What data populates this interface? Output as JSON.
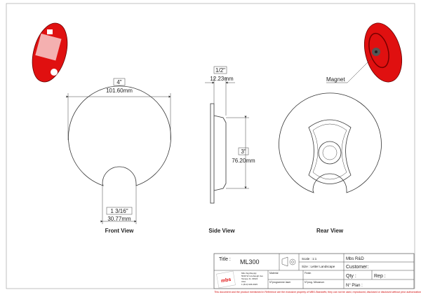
{
  "views": {
    "front": {
      "label": "Front View",
      "width_in": "4\"",
      "width_mm": "101.60mm",
      "slot_in": "1 3/16\"",
      "slot_mm": "30.77mm"
    },
    "side": {
      "label": "Side View",
      "thickness_in": "1/2\"",
      "thickness_mm": "12.23mm",
      "height_in": "3\"",
      "height_mm": "76.20mm"
    },
    "rear": {
      "label": "Rear View"
    },
    "iso_rear": {
      "callout": "Magnet"
    }
  },
  "title_block": {
    "title_label": "Title :",
    "title_value": "ML300",
    "scale": "Scale : 1:1",
    "size": "Size : Letter Landscape",
    "company": "Mbs R&D",
    "customer": "Customer:",
    "qty": "Qty :",
    "rep": "Rep :",
    "plan": "N° Plan :",
    "material": "Material",
    "finish": "Finish",
    "program_laser": "N°programme laser",
    "program_mecanum": "N°prog. Mécanum",
    "logo": "mbs",
    "address": [
      "Mbs SignSupply",
      "5040 W Linebaugh Ave",
      "Tampa, FL 33624",
      "USA",
      "1 (813) 936-6025"
    ]
  },
  "footer_notice": "This document and the product mentioned in Reference are the exclusive property of MBS-Standoffs; they can not be used, reproduced, disclosed or disclosed without prior authorization",
  "colors": {
    "part_red": "#e01010",
    "notice_red": "#d00000"
  }
}
